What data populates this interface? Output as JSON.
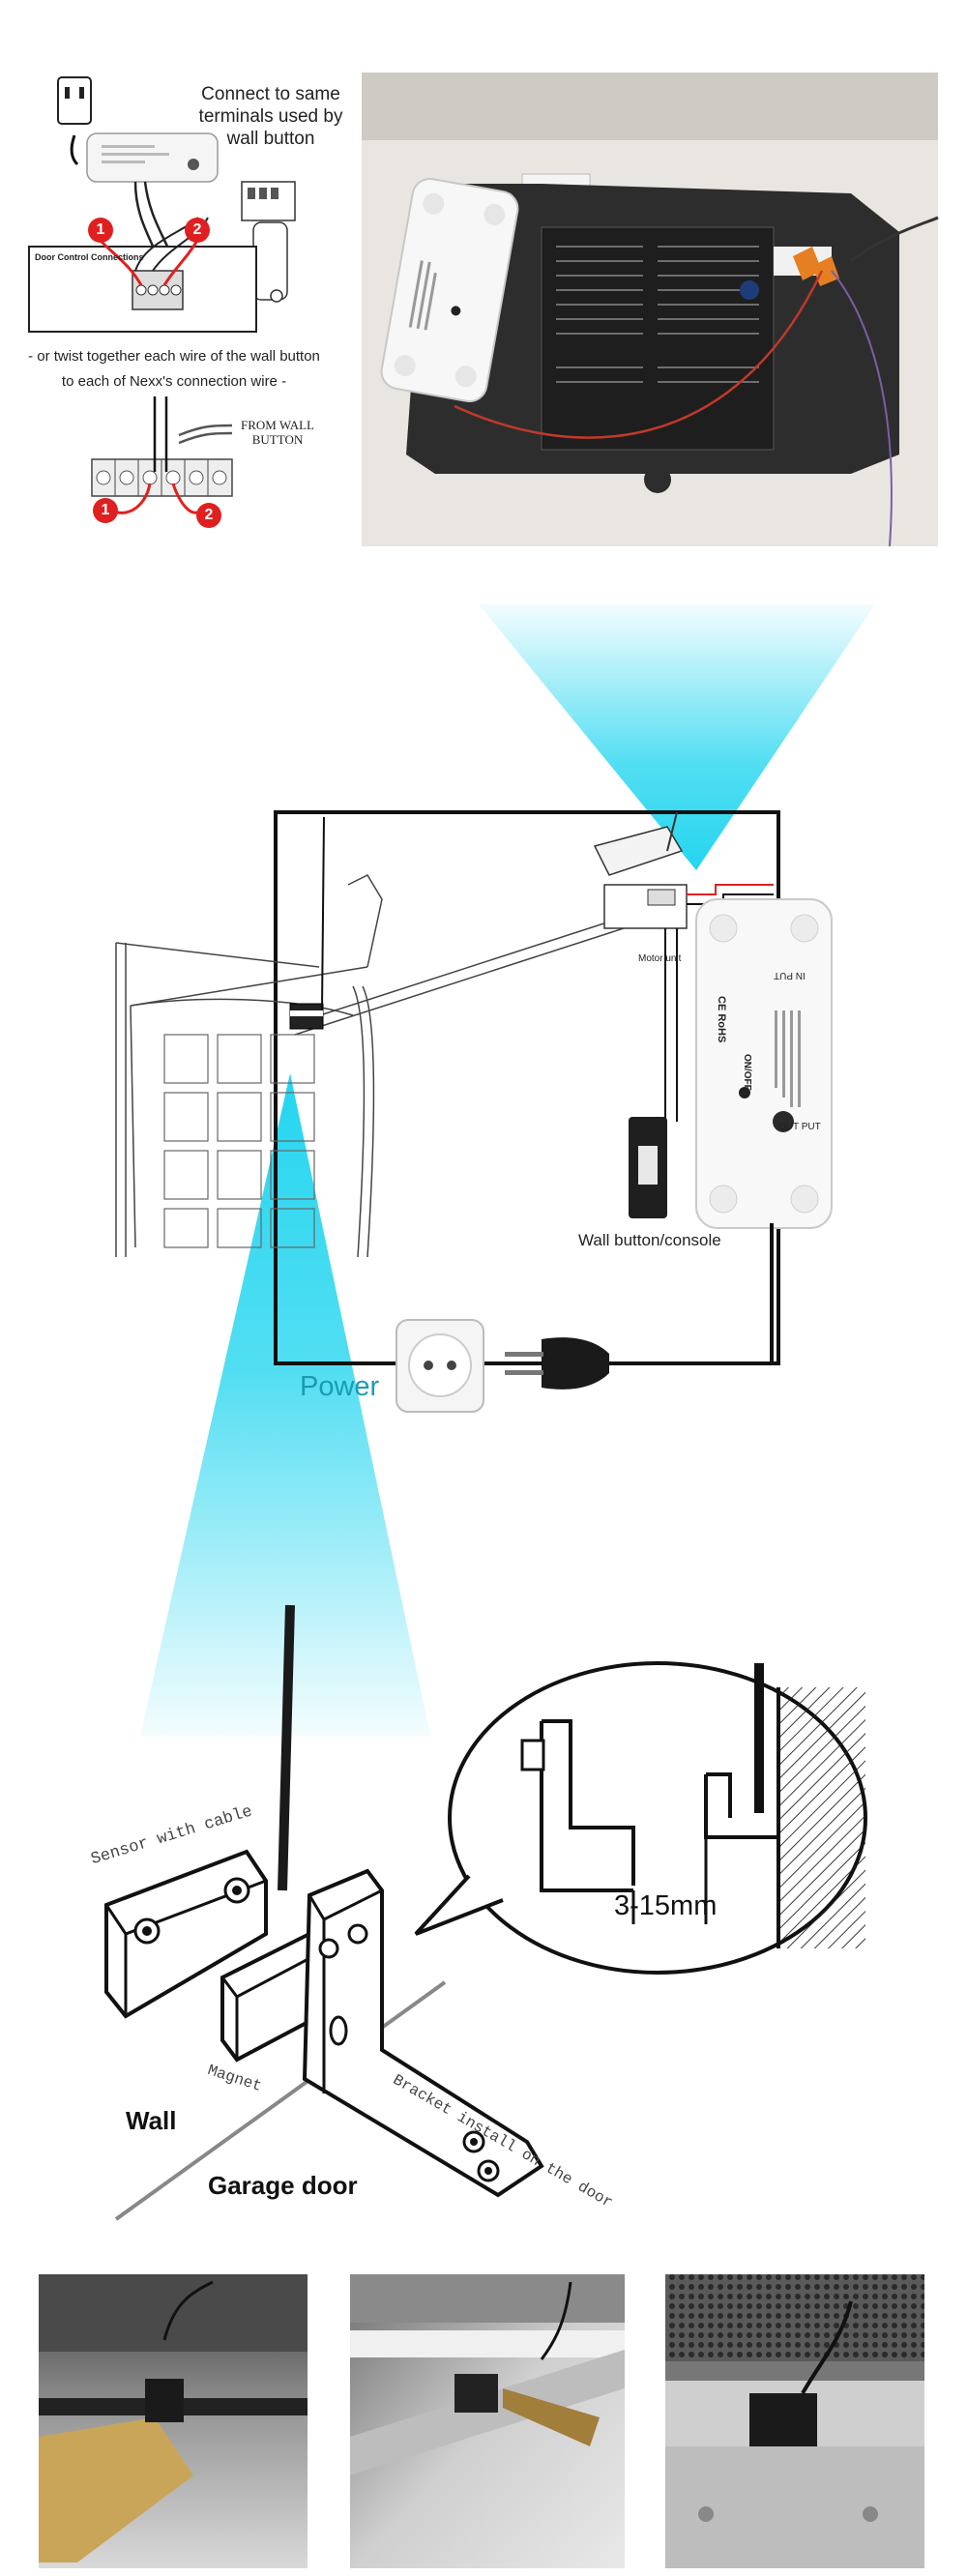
{
  "wiring": {
    "connect_note_line1": "Connect to same",
    "connect_note_line2": "terminals used by",
    "connect_note_line3": "wall button",
    "door_control_label": "Door Control Connections",
    "twist_note_line1": "- or twist together each wire of the wall button",
    "twist_note_line2": "to each of Nexx's connection wire -",
    "from_wall_button_line1": "FROM WALL",
    "from_wall_button_line2": "BUTTON",
    "markers": [
      "1",
      "2"
    ],
    "marker_color": "#e02020"
  },
  "device": {
    "brand_marks": "CE RoHS",
    "switch_label": "ON/OFF",
    "output_label": "OUT PUT",
    "input_label": "IN PUT"
  },
  "diagram": {
    "motor_unit_label": "Motor unit",
    "wall_button_label": "Wall button/console",
    "power_label": "Power",
    "power_color": "#1a9ab5",
    "beam_color": "#19d3ee"
  },
  "install": {
    "sensor_label": "Sensor with cable",
    "magnet_label": "Magnet",
    "bracket_label": "Bracket install on the door",
    "wall_label": "Wall",
    "garage_door_label": "Garage door",
    "gap_label": "3-15mm"
  },
  "photos": [
    {
      "name": "photo-install-1"
    },
    {
      "name": "photo-install-2"
    },
    {
      "name": "photo-install-3"
    }
  ]
}
